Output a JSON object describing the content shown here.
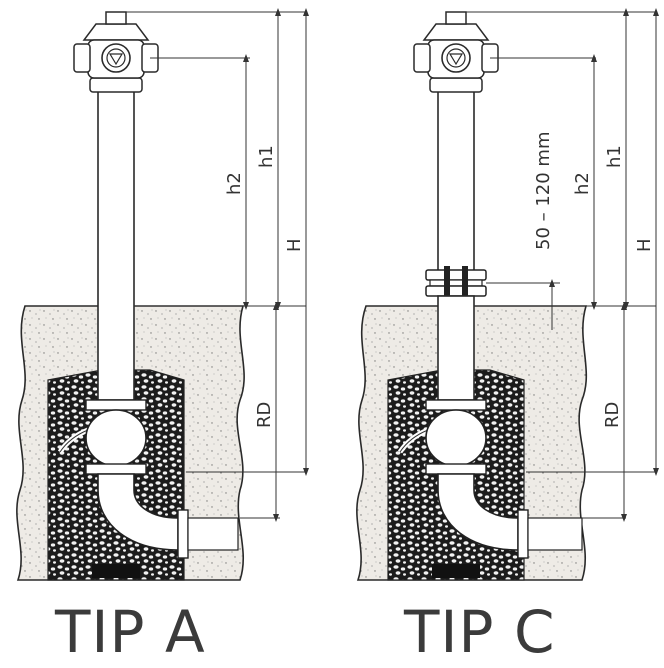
{
  "figure": {
    "left": {
      "caption": "TIP A",
      "dims": {
        "H": "H",
        "h1": "h1",
        "h2": "h2",
        "RD": "RD"
      }
    },
    "right": {
      "caption": "TIP C",
      "dims": {
        "H": "H",
        "h1": "h1",
        "h2": "h2",
        "RD": "RD",
        "range": "50 – 120 mm"
      }
    }
  },
  "colors": {
    "line": "#2a2a2a",
    "soil": "#ece9e4",
    "gravel": "#1f1f1f",
    "dimension": "#333333"
  }
}
